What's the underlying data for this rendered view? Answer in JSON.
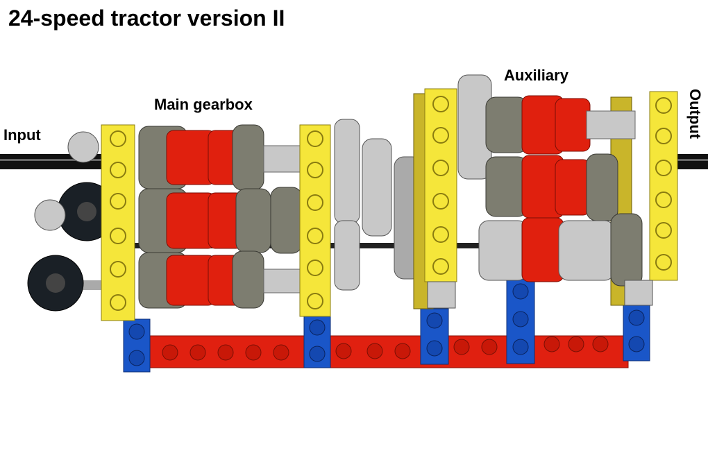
{
  "title": "24-speed tractor version II",
  "labels": {
    "input": "Input",
    "main_gearbox": "Main gearbox",
    "auxiliary": "Auxiliary",
    "output": "Output"
  },
  "colors": {
    "beam_yellow": "#f5e63a",
    "beam_yellow_dark": "#c9b52a",
    "gear_dark": "#7d7d70",
    "gear_light": "#c8c8c8",
    "clutch_red": "#e0200e",
    "brick_blue": "#1a56c8",
    "brick_red": "#e02010",
    "tire_black": "#1a2026",
    "axle_black": "#111111"
  }
}
